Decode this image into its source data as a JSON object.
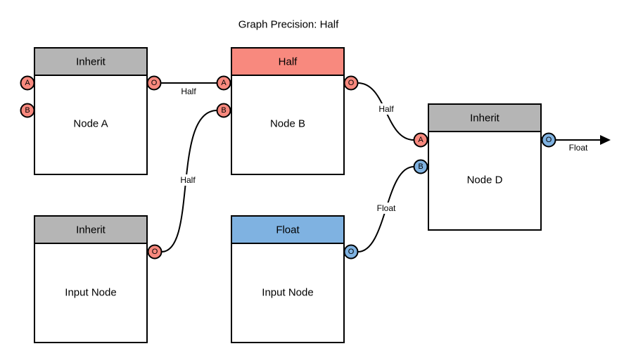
{
  "title": "Graph Precision: Half",
  "colors": {
    "gray_header": "#B5B5B5",
    "salmon": "#F8897E",
    "blue": "#7FB2E1",
    "node_fill": "#FFFFFF",
    "edge_stroke": "#000000"
  },
  "nodes": {
    "node_a": {
      "header": "Inherit",
      "label": "Node A",
      "ports": {
        "a": "A",
        "b": "B",
        "o": "O"
      }
    },
    "node_b": {
      "header": "Half",
      "label": "Node B",
      "ports": {
        "a": "A",
        "b": "B",
        "o": "O"
      }
    },
    "node_d": {
      "header": "Inherit",
      "label": "Node D",
      "ports": {
        "a": "A",
        "b": "B",
        "o": "O"
      }
    },
    "input_node_1": {
      "header": "Inherit",
      "label": "Input Node",
      "ports": {
        "o": "O"
      }
    },
    "input_node_2": {
      "header": "Float",
      "label": "Input Node",
      "ports": {
        "o": "O"
      }
    }
  },
  "edges": {
    "node_a_to_node_b": {
      "label": "Half"
    },
    "input_1_to_node_b": {
      "label": "Half"
    },
    "node_b_to_node_d": {
      "label": "Half"
    },
    "input_2_to_node_d": {
      "label": "Float"
    },
    "node_d_output": {
      "label": "Float"
    }
  }
}
